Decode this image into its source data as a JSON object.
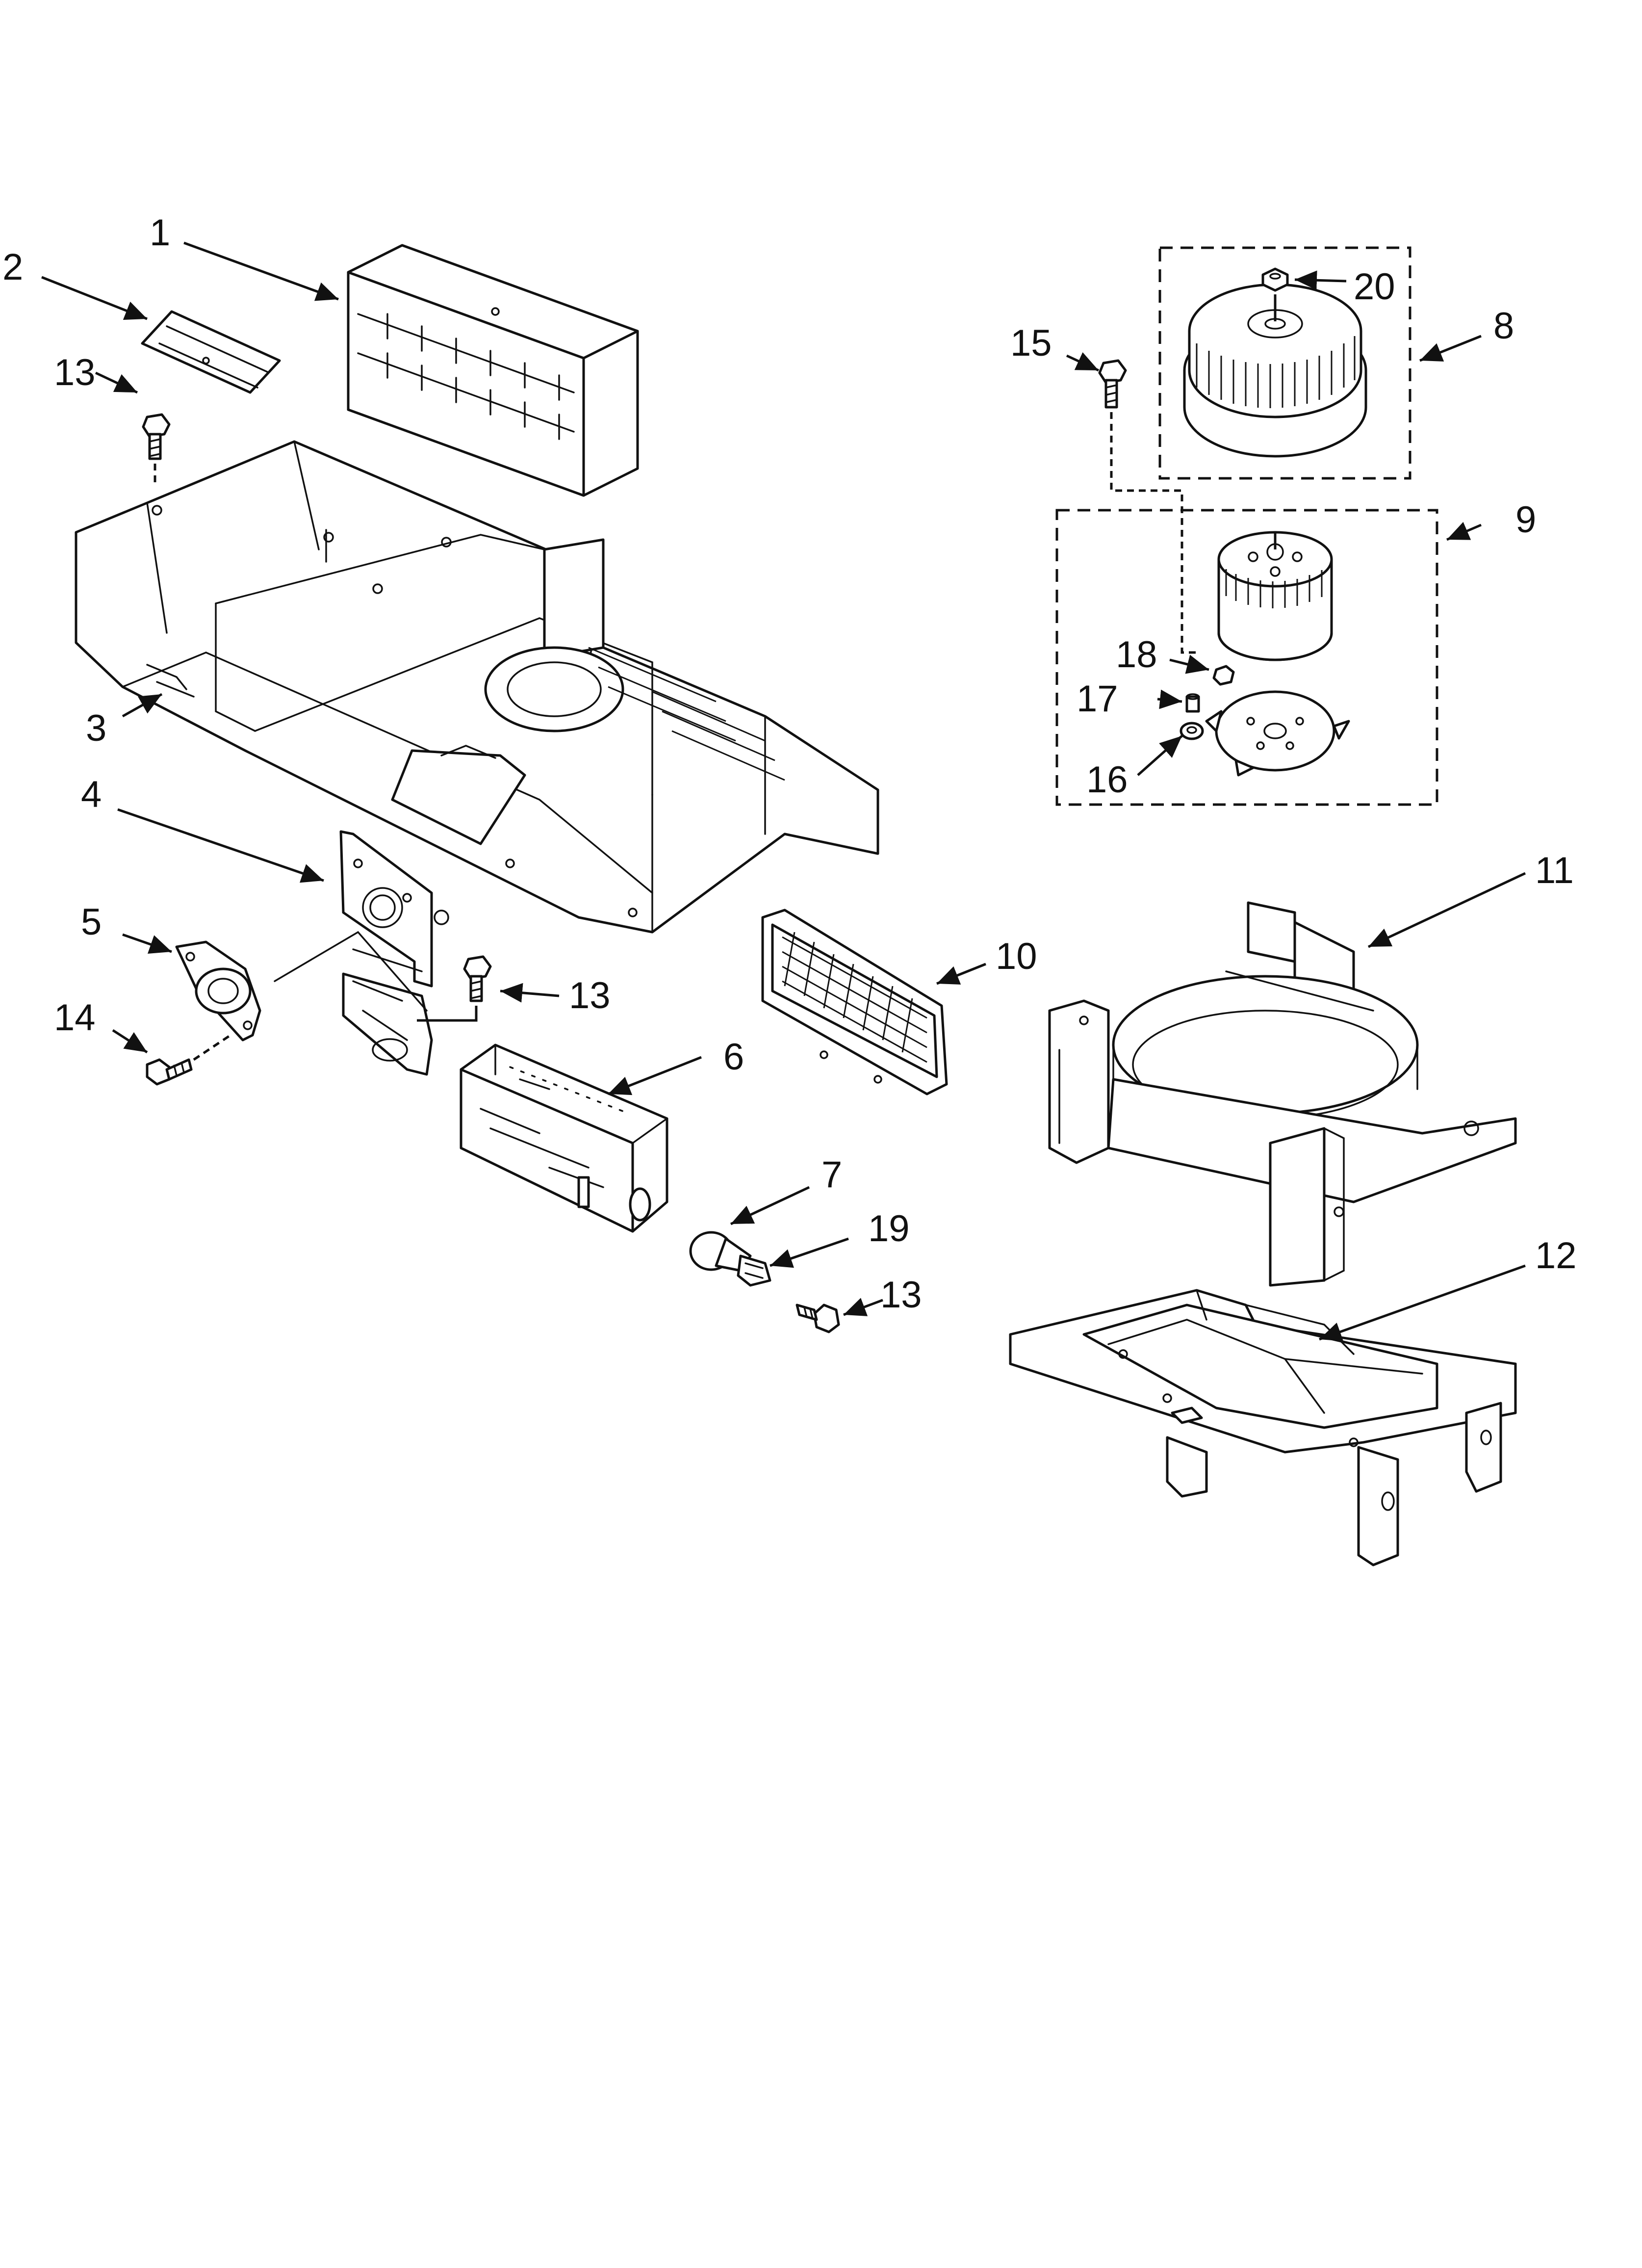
{
  "colors": {
    "ink": "#111111",
    "paper": "#ffffff"
  },
  "callouts": [
    {
      "id": "c1",
      "label": "1"
    },
    {
      "id": "c2",
      "label": "2"
    },
    {
      "id": "c3",
      "label": "3"
    },
    {
      "id": "c4",
      "label": "4"
    },
    {
      "id": "c5",
      "label": "5"
    },
    {
      "id": "c6",
      "label": "6"
    },
    {
      "id": "c7",
      "label": "7"
    },
    {
      "id": "c8",
      "label": "8"
    },
    {
      "id": "c9",
      "label": "9"
    },
    {
      "id": "c10",
      "label": "10"
    },
    {
      "id": "c11",
      "label": "11"
    },
    {
      "id": "c12",
      "label": "12"
    },
    {
      "id": "c13a",
      "label": "13"
    },
    {
      "id": "c13b",
      "label": "13"
    },
    {
      "id": "c13c",
      "label": "13"
    },
    {
      "id": "c14",
      "label": "14"
    },
    {
      "id": "c15",
      "label": "15"
    },
    {
      "id": "c16",
      "label": "16"
    },
    {
      "id": "c17",
      "label": "17"
    },
    {
      "id": "c18",
      "label": "18"
    },
    {
      "id": "c19",
      "label": "19"
    },
    {
      "id": "c20",
      "label": "20"
    }
  ]
}
